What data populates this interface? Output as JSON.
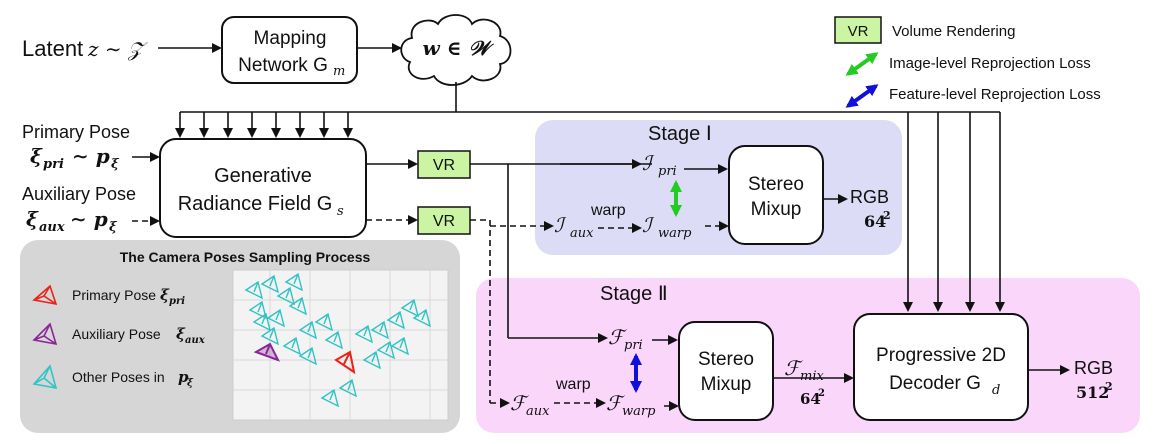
{
  "latent": {
    "text": "Latent",
    "math": "z ∼ 𝒵"
  },
  "mapping": {
    "line1": "Mapping",
    "line2": "Network G",
    "sub": "m"
  },
  "wspace": {
    "math": "w ∈ 𝒲"
  },
  "legend": {
    "vr_box": "VR",
    "vr_text": "Volume Rendering",
    "image_loss": "Image-level Reprojection Loss",
    "feature_loss": "Feature-level Reprojection Loss"
  },
  "primary_pose": {
    "label": "Primary Pose",
    "sym": "ξ",
    "sub": "pri",
    "dist": "∼ p",
    "dsub": "ξ"
  },
  "aux_pose": {
    "label": "Auxiliary Pose",
    "sym": "ξ",
    "sub": "aux",
    "dist": "∼ p",
    "dsub": "ξ"
  },
  "generator": {
    "line1": "Generative",
    "line2": "Radiance Field G",
    "sub": "s"
  },
  "vr1": "VR",
  "vr2": "VR",
  "stage1": {
    "title": "Stage Ⅰ",
    "i_pri": "ℐ",
    "i_pri_sub": "pri",
    "i_aux": "ℐ",
    "i_aux_sub": "aux",
    "i_warp": "ℐ",
    "i_warp_sub": "warp",
    "warp": "warp",
    "mixup1": "Stereo",
    "mixup2": "Mixup",
    "out1": "RGB",
    "out2": "64",
    "out2_sup": "2"
  },
  "stage2": {
    "title": "Stage Ⅱ",
    "f_pri": "ℱ",
    "f_pri_sub": "pri",
    "f_aux": "ℱ",
    "f_aux_sub": "aux",
    "f_warp": "ℱ",
    "f_warp_sub": "warp",
    "warp": "warp",
    "mixup1": "Stereo",
    "mixup2": "Mixup",
    "f_mix": "ℱ",
    "f_mix_sub": "mix",
    "f_mix_res": "64",
    "f_mix_res_sup": "2",
    "decoder1": "Progressive 2D",
    "decoder2": "Decoder G",
    "decoder_sub": "d",
    "out1": "RGB",
    "out2": "512",
    "out2_sup": "2"
  },
  "sampling": {
    "title": "The Camera Poses Sampling Process",
    "primary": "Primary Pose",
    "primary_sym": "ξ",
    "primary_sub": "pri",
    "aux": "Auxiliary Pose",
    "aux_sym": "ξ",
    "aux_sub": "aux",
    "other": "Other Poses in",
    "other_sym": "p",
    "other_sub": "ξ"
  },
  "colors": {
    "stage1_bg": "#dcdcf6",
    "stage2_bg": "#fbd6fb",
    "vr_fill": "#ccf5a3",
    "image_loss": "#22cc22",
    "feature_loss": "#1010dd",
    "primary_pose": "#e8231a",
    "aux_pose": "#8a2796",
    "other_pose": "#30c4c4",
    "sampling_bg": "#d6d6d6"
  }
}
